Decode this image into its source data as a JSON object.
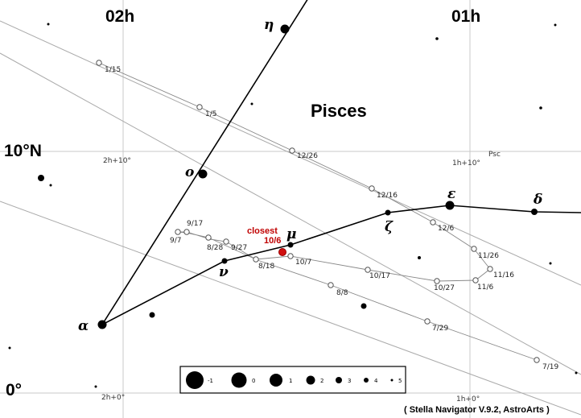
{
  "labels": {
    "ra_02h": "02h",
    "ra_01h": "01h",
    "dec_10n": "10°N",
    "dec_0": "0°",
    "constellation": "Pisces",
    "grid_2h_p10": "2h+10°",
    "grid_1h_p10": "1h+10°",
    "grid_psc": "Psc",
    "grid_2h_p0": "2h+0°",
    "grid_1h_p0": "1h+0°",
    "closest": "closest",
    "closest_date": "10/6",
    "credit": "( Stella Navigator V.9.2, AstroArts )"
  },
  "stars": [
    {
      "label": "η",
      "mag": 3.6
    },
    {
      "label": "ο",
      "mag": 4.3
    },
    {
      "label": "ε",
      "mag": 4.3
    },
    {
      "label": "δ",
      "mag": 4.4
    },
    {
      "label": "ζ",
      "mag": 5.2
    },
    {
      "label": "μ",
      "mag": 4.8
    },
    {
      "label": "ν",
      "mag": 4.4
    },
    {
      "label": "α",
      "mag": 3.8
    }
  ],
  "comet_dates": [
    "1/15",
    "1/5",
    "12/26",
    "12/16",
    "12/6",
    "11/26",
    "11/16",
    "11/6",
    "10/27",
    "10/17",
    "10/7",
    "9/27",
    "9/17",
    "9/7",
    "8/28",
    "8/18",
    "8/8",
    "7/29",
    "7/19"
  ],
  "legend": {
    "mags": [
      "-1",
      "0",
      "1",
      "2",
      "3",
      "4",
      "5"
    ]
  }
}
